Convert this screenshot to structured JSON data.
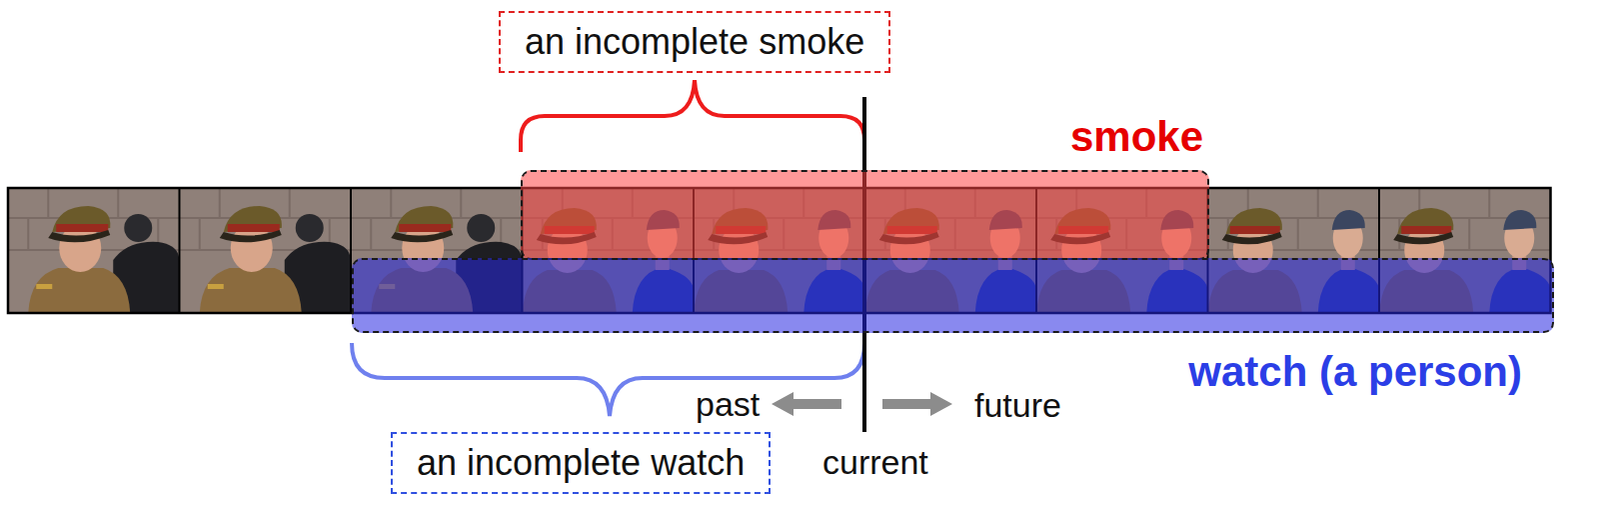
{
  "diagram": {
    "nodes": [
      {
        "text": [
          "an incomplete smoke"
        ]
      },
      {
        "text": [
          "smoke"
        ]
      },
      {
        "text": [
          "watch (a person)"
        ]
      },
      {
        "text": [
          "an incomplete watch"
        ]
      }
    ],
    "labels": [
      "past",
      "future",
      "current"
    ]
  }
}
